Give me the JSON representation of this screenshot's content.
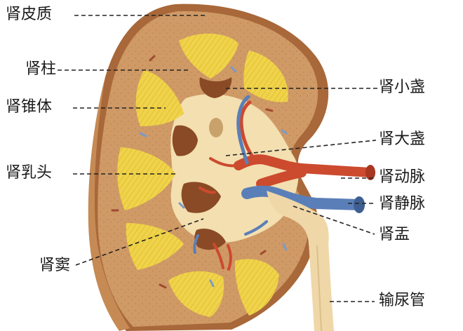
{
  "labels": {
    "cortex": "肾皮质",
    "column": "肾柱",
    "pyramid": "肾锥体",
    "papilla": "肾乳头",
    "sinus": "肾窦",
    "minor_calyx": "肾小盏",
    "major_calyx": "肾大盏",
    "artery": "肾动脉",
    "vein": "肾静脉",
    "pelvis": "肾盂",
    "ureter": "输尿管"
  },
  "colors": {
    "capsule": "#b8794a",
    "cortex": "#cf9a66",
    "cortex_dark": "#8f5329",
    "pyramid": "#f0d34a",
    "pyramid_stripe": "#d8b72a",
    "sinus": "#f3dfb0",
    "artery": "#cc4a2e",
    "vein": "#5a7fb8",
    "ureter": "#efd7a8",
    "leader": "#222222"
  }
}
